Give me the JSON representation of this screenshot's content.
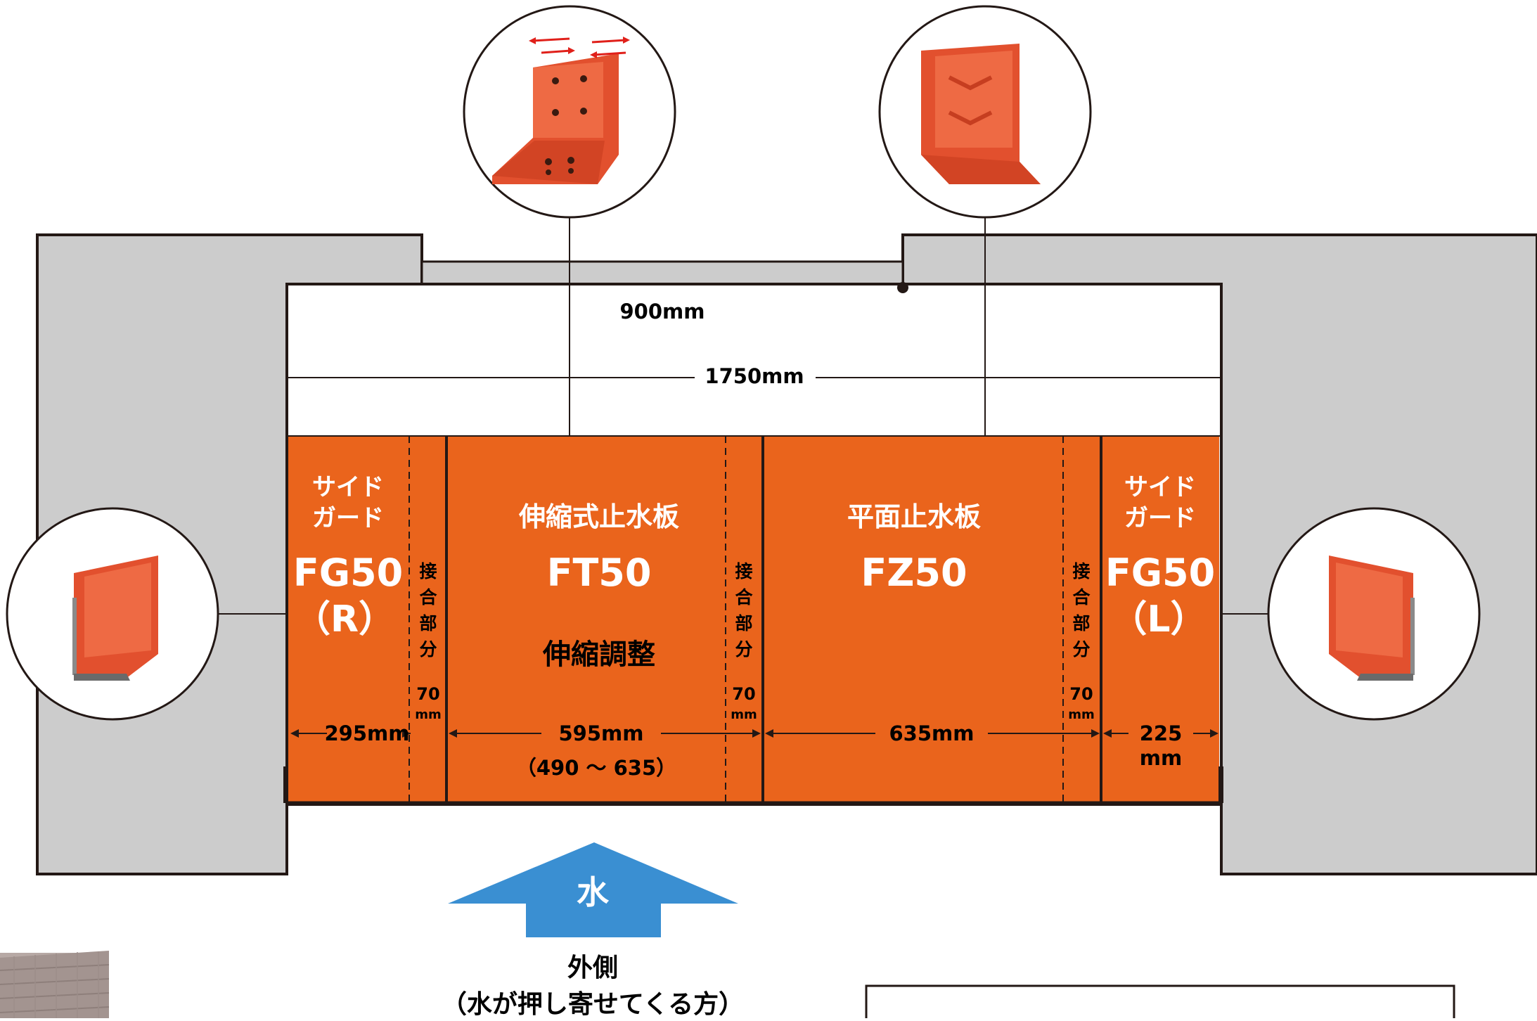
{
  "dimensions": {
    "door_width": "900mm",
    "total_width": "1750mm"
  },
  "panels": {
    "fg50_r": {
      "category_line1": "サイド",
      "category_line2": "ガード",
      "model": "FG50",
      "side": "（R）",
      "width": "295mm"
    },
    "ft50": {
      "category": "伸縮式止水板",
      "model": "FT50",
      "note": "伸縮調整",
      "width": "595mm",
      "range": "（490 ～ 635）"
    },
    "fz50": {
      "category": "平面止水板",
      "model": "FZ50",
      "width": "635mm"
    },
    "fg50_l": {
      "category_line1": "サイド",
      "category_line2": "ガード",
      "model": "FG50",
      "side": "（L）",
      "width_line1": "225",
      "width_line2": "mm"
    }
  },
  "joint": {
    "chars": [
      "接",
      "合",
      "部",
      "分"
    ],
    "width_line1": "70",
    "width_line2": "mm"
  },
  "water": {
    "arrow_label": "水",
    "side_label": "外側",
    "side_note": "（水が押し寄せてくる方）"
  },
  "colors": {
    "panel_orange": "#EA641C",
    "wall_gray": "#CCCCCC",
    "arrow_blue": "#3A8FD2",
    "product_red": "#E2502E"
  }
}
